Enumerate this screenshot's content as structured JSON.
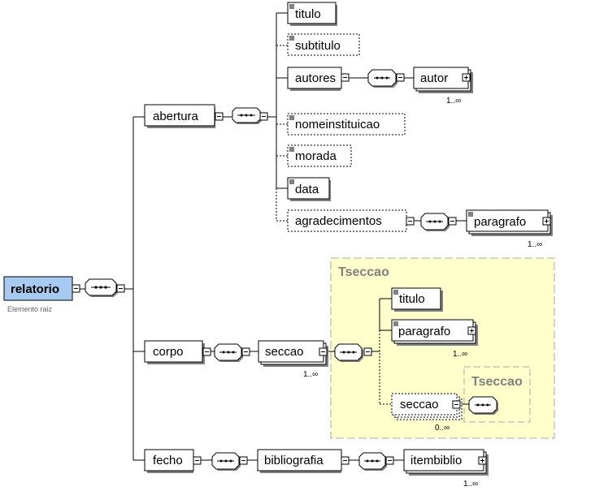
{
  "root": {
    "label": "relatorio",
    "note": "Elemento raiz"
  },
  "abertura": {
    "label": "abertura",
    "children": {
      "titulo": "titulo",
      "subtitulo": "subtitulo",
      "autores": "autores",
      "autor": "autor",
      "nomeinstituicao": "nomeinstituicao",
      "morada": "morada",
      "data": "data",
      "agradecimentos": "agradecimentos",
      "paragrafo": "paragrafo"
    },
    "autor_card": "1..∞",
    "paragrafo_card": "1..∞"
  },
  "corpo": {
    "label": "corpo",
    "seccao": "seccao",
    "seccao_card": "1..∞",
    "type_box": {
      "name": "Tseccao",
      "titulo": "titulo",
      "paragrafo": "paragrafo",
      "paragrafo_card": "1..∞",
      "seccao": "seccao",
      "seccao_card": "0..∞",
      "inner_type": "Tseccao"
    }
  },
  "fecho": {
    "label": "fecho",
    "bibliografia": "bibliografia",
    "itembiblio": "itembiblio",
    "itembiblio_card": "1..∞"
  },
  "colors": {
    "root_fill": "#a6caf0",
    "type_fill": "#ffffcc",
    "type_border": "#b8b8b8",
    "line": "#000000"
  }
}
